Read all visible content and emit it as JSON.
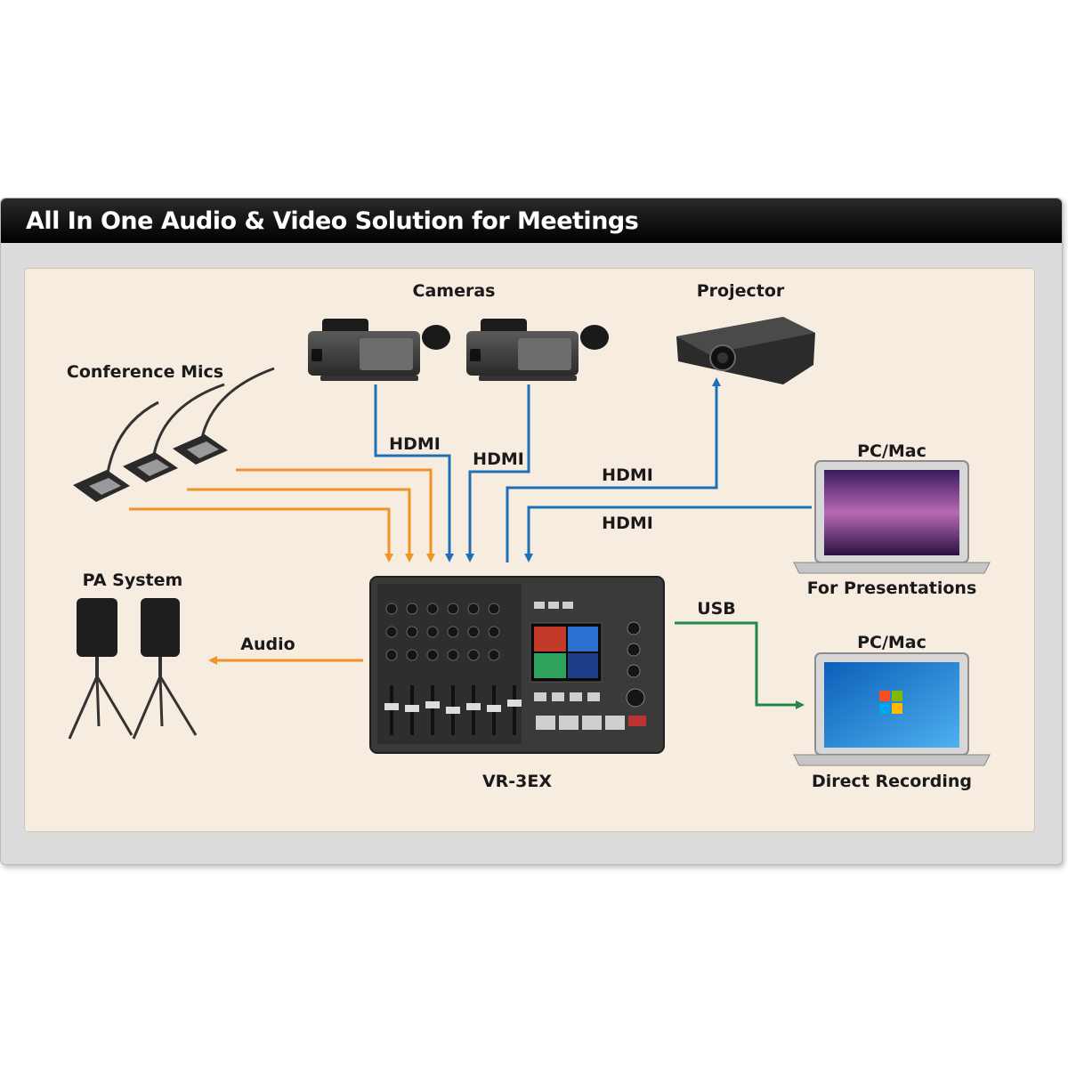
{
  "title": "All In One Audio & Video Solution for Meetings",
  "labels": {
    "cameras": "Cameras",
    "projector": "Projector",
    "conference_mics": "Conference Mics",
    "pa_system": "PA System",
    "mixer": "VR-3EX",
    "pc_mac_top": "PC/Mac",
    "for_presentations": "For Presentations",
    "pc_mac_bottom": "PC/Mac",
    "direct_recording": "Direct Recording"
  },
  "connections": {
    "hdmi_cam1": "HDMI",
    "hdmi_cam2": "HDMI",
    "hdmi_projector": "HDMI",
    "hdmi_pc": "HDMI",
    "usb": "USB",
    "audio": "Audio"
  },
  "colors": {
    "audio_line": "#f0942a",
    "video_line": "#1f6fb8",
    "usb_line": "#22884a"
  }
}
